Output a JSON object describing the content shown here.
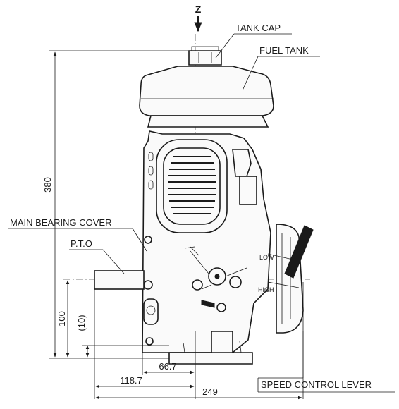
{
  "labels": {
    "z_axis": "Z",
    "tank_cap": "TANK CAP",
    "fuel_tank": "FUEL TANK",
    "main_bearing_cover": "MAIN BEARING COVER",
    "pto": "P.T.O",
    "speed_low": "LOW",
    "speed_high": "HIGH",
    "speed_control_lever": "SPEED CONTROL LEVER"
  },
  "dimensions": {
    "overall_height": "380",
    "shaft_height": "100",
    "shaft_height_ref": "(10)",
    "width_66": "66.7",
    "width_118": "118.7",
    "width_249": "249"
  },
  "colors": {
    "line": "#1a1a1a",
    "background": "#ffffff"
  }
}
